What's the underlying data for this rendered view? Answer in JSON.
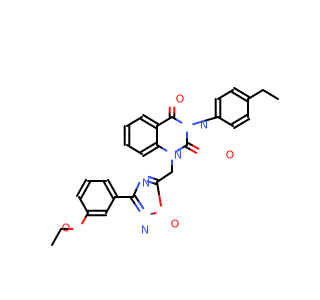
{
  "colors": {
    "bond": "#000000",
    "carbon_label": "#000000",
    "oxygen": "#ff0d0d",
    "nitrogen": "#3050f8",
    "background": "#ffffff"
  },
  "atoms": {
    "o_top": "O",
    "n3": "N",
    "n1": "N",
    "o_c2": "O",
    "n_ox_upper": "N",
    "n_ox_lower": "N",
    "o_ox": "O",
    "o_ethoxy": "O"
  }
}
